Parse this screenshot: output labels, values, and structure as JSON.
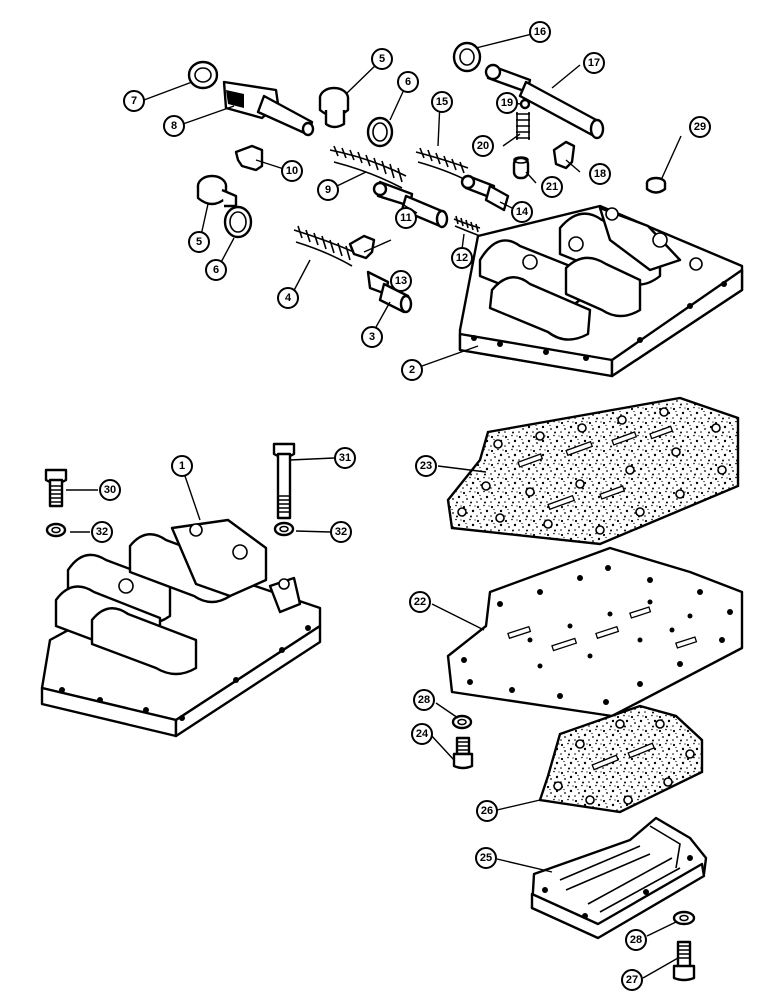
{
  "callouts": [
    {
      "id": "c1",
      "label": "1"
    },
    {
      "id": "c2",
      "label": "2"
    },
    {
      "id": "c3",
      "label": "3"
    },
    {
      "id": "c4",
      "label": "4"
    },
    {
      "id": "c5a",
      "label": "5"
    },
    {
      "id": "c5b",
      "label": "5"
    },
    {
      "id": "c6a",
      "label": "6"
    },
    {
      "id": "c6b",
      "label": "6"
    },
    {
      "id": "c7",
      "label": "7"
    },
    {
      "id": "c8",
      "label": "8"
    },
    {
      "id": "c9",
      "label": "9"
    },
    {
      "id": "c10",
      "label": "10"
    },
    {
      "id": "c11",
      "label": "11"
    },
    {
      "id": "c12",
      "label": "12"
    },
    {
      "id": "c13",
      "label": "13"
    },
    {
      "id": "c14",
      "label": "14"
    },
    {
      "id": "c15",
      "label": "15"
    },
    {
      "id": "c16",
      "label": "16"
    },
    {
      "id": "c17",
      "label": "17"
    },
    {
      "id": "c18",
      "label": "18"
    },
    {
      "id": "c19",
      "label": "19"
    },
    {
      "id": "c20",
      "label": "20"
    },
    {
      "id": "c21",
      "label": "21"
    },
    {
      "id": "c22",
      "label": "22"
    },
    {
      "id": "c23",
      "label": "23"
    },
    {
      "id": "c24",
      "label": "24"
    },
    {
      "id": "c25",
      "label": "25"
    },
    {
      "id": "c26",
      "label": "26"
    },
    {
      "id": "c27",
      "label": "27"
    },
    {
      "id": "c28a",
      "label": "28"
    },
    {
      "id": "c28b",
      "label": "28"
    },
    {
      "id": "c29",
      "label": "29"
    },
    {
      "id": "c30",
      "label": "30"
    },
    {
      "id": "c31",
      "label": "31"
    },
    {
      "id": "c32a",
      "label": "32"
    },
    {
      "id": "c32b",
      "label": "32"
    }
  ]
}
